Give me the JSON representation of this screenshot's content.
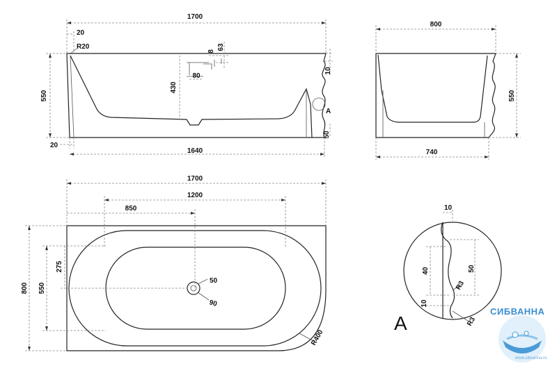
{
  "front_view": {
    "overall_length": "1700",
    "wall_thickness": "20",
    "rim_radius": "R20",
    "drain_height_8": "8",
    "drain_height_63": "63",
    "drain_width": "80",
    "inner_depth": "430",
    "height": "550",
    "rim_offset": "10",
    "detail_marker": "A",
    "base_offset": "50",
    "base_gap": "20",
    "base_length": "1640"
  },
  "side_view": {
    "top_width": "800",
    "height": "550",
    "base_width": "740"
  },
  "plan_view": {
    "overall_length": "1700",
    "inner_length": "1200",
    "drain_position": "850",
    "width": "800",
    "inner_width": "550",
    "drain_offset": "275",
    "drain_diameter": "50",
    "overflow_diameter": "90",
    "corner_radius": "R400"
  },
  "detail_a": {
    "label": "A",
    "top_offset": "10",
    "profile_height": "40",
    "wave_height": "50",
    "radius_upper": "R3",
    "base_offset": "10",
    "radius_lower": "R3"
  },
  "watermark": {
    "brand": "СИБВАННА",
    "url": "www.sibvanna.ru"
  }
}
